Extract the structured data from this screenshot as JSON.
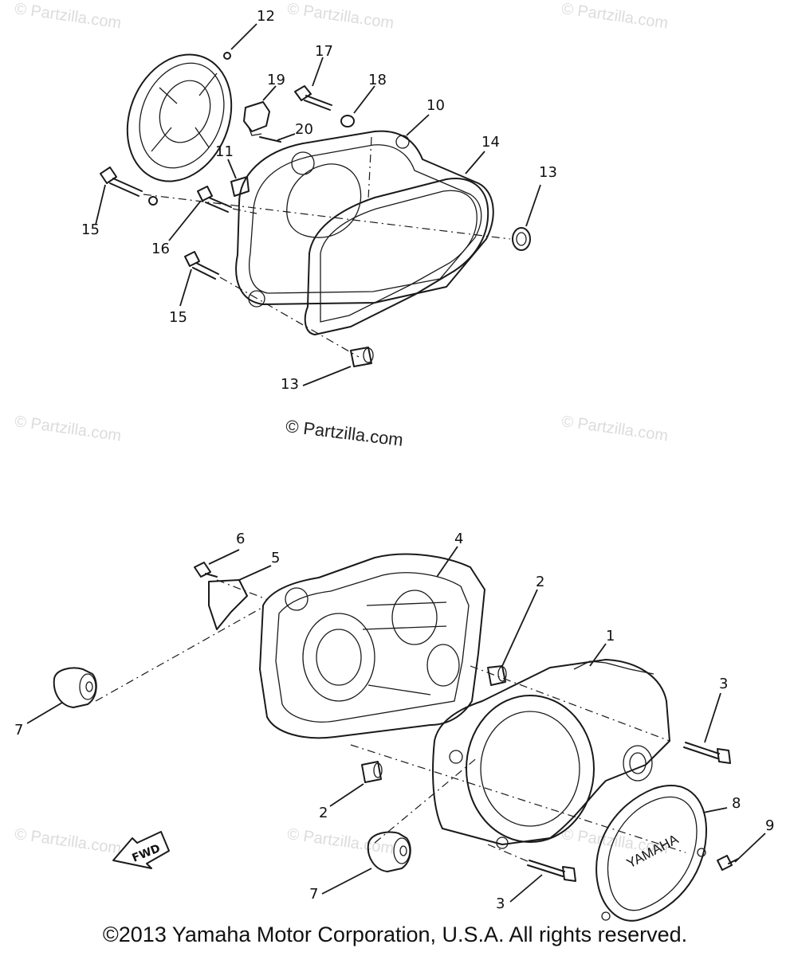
{
  "watermark": "© Partzilla.com",
  "center_watermark": "© Partzilla.com",
  "copyright": "©2013 Yamaha Motor Corporation, U.S.A. All rights reserved.",
  "fwd_label": "FWD",
  "cover_brand": "YAMAHA",
  "callouts": {
    "c12": "12",
    "c17": "17",
    "c19": "19",
    "c18": "18",
    "c10": "10",
    "c20": "20",
    "c11": "11",
    "c14": "14",
    "c13a": "13",
    "c15a": "15",
    "c16": "16",
    "c15b": "15",
    "c13b": "13",
    "c6": "6",
    "c5": "5",
    "c4": "4",
    "c2a": "2",
    "c1": "1",
    "c3a": "3",
    "c7a": "7",
    "c2b": "2",
    "c8": "8",
    "c9": "9",
    "c7b": "7",
    "c3b": "3"
  }
}
